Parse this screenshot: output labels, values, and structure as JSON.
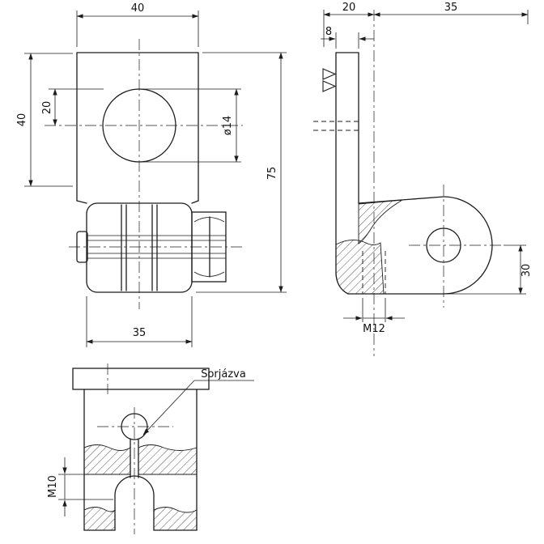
{
  "drawing": {
    "front_view": {
      "dim_width_top": "40",
      "dim_offset_20": "20",
      "dim_height_40": "40",
      "dim_hole_diameter": "ø14",
      "dim_total_height": "75",
      "dim_width_bottom": "35"
    },
    "side_view": {
      "dim_20": "20",
      "dim_35": "35",
      "dim_thickness_8": "8",
      "dim_lug_30": "30",
      "thread_label": "M12"
    },
    "section_view": {
      "deburr_note": "Sorjázva",
      "thread_label": "M10"
    }
  }
}
